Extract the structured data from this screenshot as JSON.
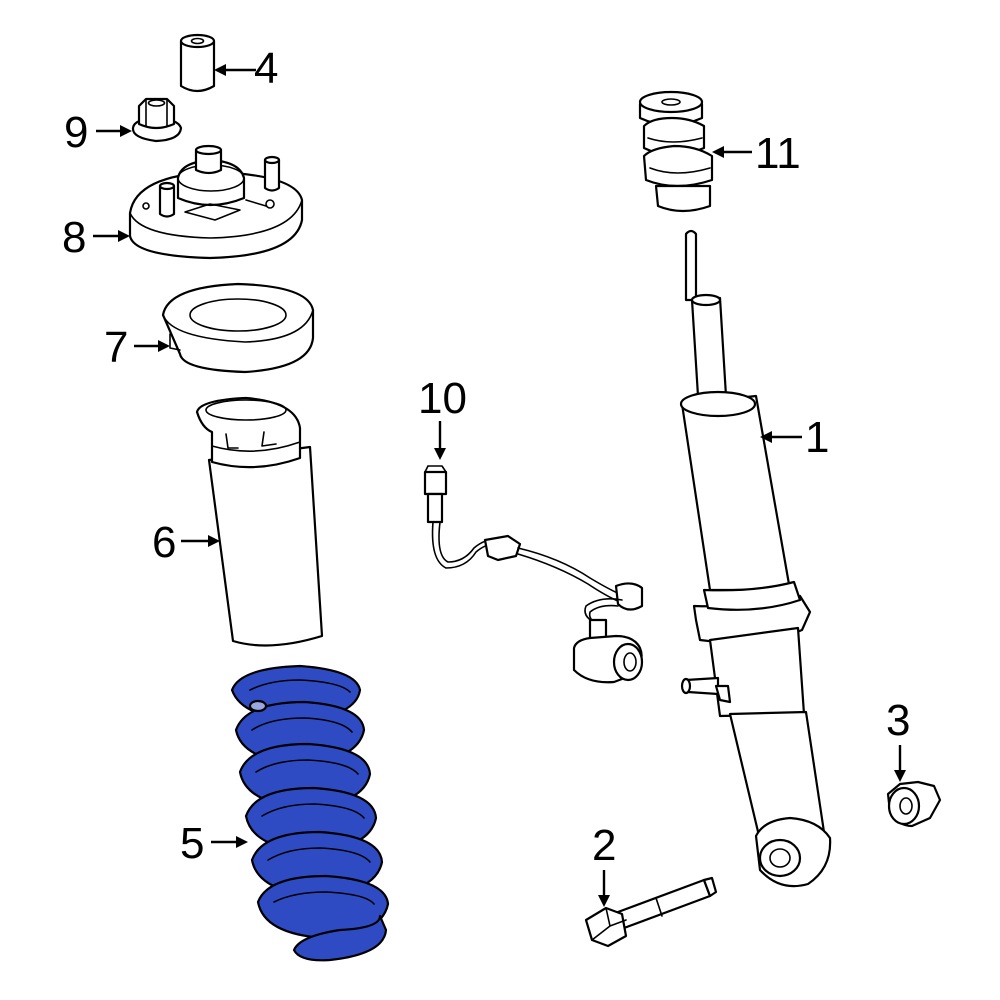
{
  "colors": {
    "highlight": "#2e4bc4",
    "outline": "#000000",
    "background": "#ffffff"
  },
  "callouts": [
    {
      "id": "1",
      "label": "1"
    },
    {
      "id": "2",
      "label": "2"
    },
    {
      "id": "3",
      "label": "3"
    },
    {
      "id": "4",
      "label": "4"
    },
    {
      "id": "5",
      "label": "5"
    },
    {
      "id": "6",
      "label": "6"
    },
    {
      "id": "7",
      "label": "7"
    },
    {
      "id": "8",
      "label": "8"
    },
    {
      "id": "9",
      "label": "9"
    },
    {
      "id": "10",
      "label": "10"
    },
    {
      "id": "11",
      "label": "11"
    }
  ],
  "highlighted_part": "5"
}
